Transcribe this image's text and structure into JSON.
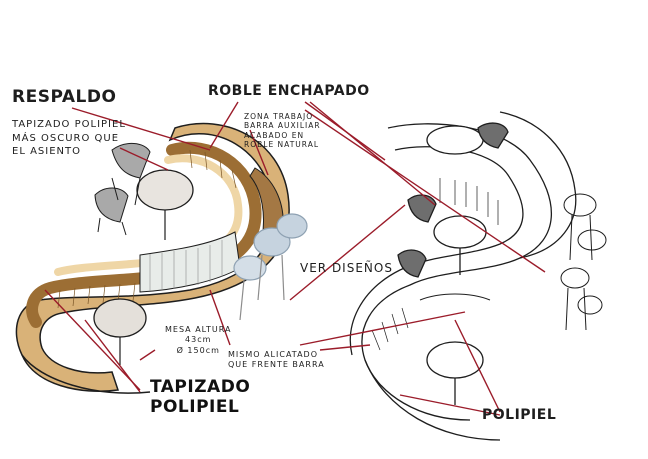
{
  "labels": {
    "respaldo": "RESPALDO",
    "tapizado_note": "TAPIZADO POLIPIEL\nMÁS OSCURO QUE\nEL ASIENTO",
    "roble_enchapado": "ROBLE ENCHAPADO",
    "zona_trabajo": "ZONA TRABAJO\nBARRA AUXILIAR\nACABADO EN\nROBLE NATURAL",
    "ver_disenos": "VER DISEÑOS",
    "mesa_altura": "MESA ALTURA\n43cm\nØ 150cm",
    "mismo_alicatado": "MISMO ALICATADO\nQUE FRENTE BARRA",
    "tapizado_polipiel": "TAPIZADO\nPOLIPIEL",
    "polipiel": "POLIPIEL"
  },
  "colors": {
    "leader_line": "#9b1c2a",
    "oak": "#b8894a",
    "oak_light": "#e6c48a",
    "ink": "#1e1e1e",
    "chair_blue": "#9fb3c4",
    "chair_grey": "#9a9a9a"
  }
}
